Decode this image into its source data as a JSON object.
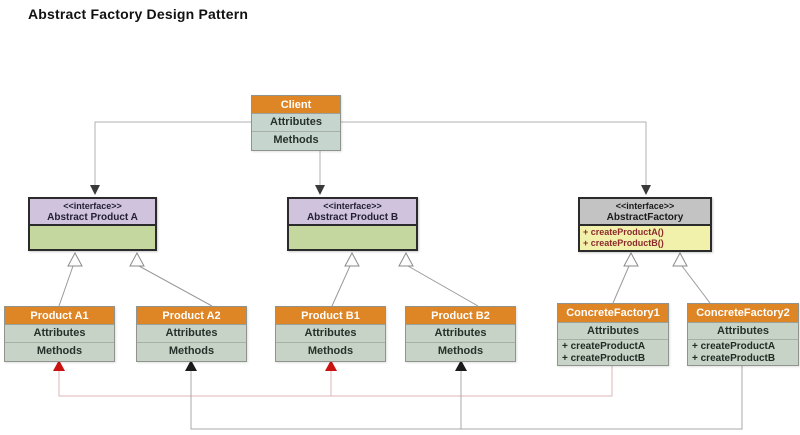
{
  "title": "Abstract Factory Design Pattern",
  "colors": {
    "header_orange": "#de8526",
    "row_green_gray": "#c8d3c7",
    "interface_purple": "#cfc3de",
    "interface_gray": "#c3c3c3",
    "body_green": "#c3d79e",
    "body_yellow": "#f1f1ab",
    "dependency_pink_line": "#dcb6b6",
    "dependency_red_arrow": "#cc1111",
    "dependency_gray_line": "#a8a8a8",
    "dependency_black_arrow": "#1a1a1a",
    "association_line": "#b0b0b0"
  },
  "client": {
    "name": "Client",
    "attributes_label": "Attributes",
    "methods_label": "Methods"
  },
  "interfaces": {
    "product_a": {
      "stereotype": "<<interface>>",
      "name": "Abstract Product A"
    },
    "product_b": {
      "stereotype": "<<interface>>",
      "name": "Abstract Product B"
    },
    "factory": {
      "stereotype": "<<interface>>",
      "name": "AbstractFactory",
      "methods": [
        "+ createProductA()",
        "+ createProductB()"
      ]
    }
  },
  "products": [
    {
      "name": "Product A1",
      "attributes_label": "Attributes",
      "methods_label": "Methods"
    },
    {
      "name": "Product A2",
      "attributes_label": "Attributes",
      "methods_label": "Methods"
    },
    {
      "name": "Product B1",
      "attributes_label": "Attributes",
      "methods_label": "Methods"
    },
    {
      "name": "Product B2",
      "attributes_label": "Attributes",
      "methods_label": "Methods"
    }
  ],
  "factories": [
    {
      "name": "ConcreteFactory1",
      "attributes_label": "Attributes",
      "methods": [
        "+ createProductA",
        "+ createProductB"
      ]
    },
    {
      "name": "ConcreteFactory2",
      "attributes_label": "Attributes",
      "methods": [
        "+ createProductA",
        "+ createProductB"
      ]
    }
  ]
}
